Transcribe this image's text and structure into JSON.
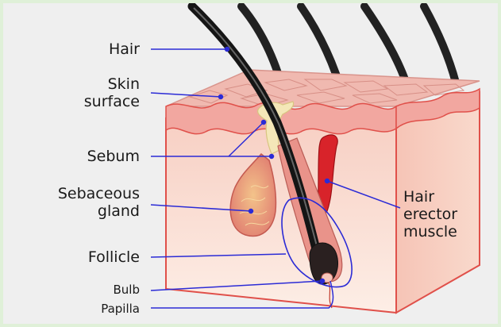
{
  "labels": {
    "hair": "Hair",
    "skin_surface_1": "Skin",
    "skin_surface_2": "surface",
    "sebum": "Sebum",
    "sebaceous_1": "Sebaceous",
    "sebaceous_2": "gland",
    "follicle": "Follicle",
    "bulb": "Bulb",
    "papilla": "Papilla",
    "erector_1": "Hair",
    "erector_2": "erector",
    "erector_3": "muscle"
  },
  "colors": {
    "background": "#efefef",
    "border": "#dff0d8",
    "skin_surface": "#f2b6ae",
    "dermis": "#fbe3d9",
    "block_outline": "#e0504a",
    "hair": "#1b1b1b",
    "muscle": "#d8232a",
    "sebum": "#f4e7b8",
    "gland": "#e8998c",
    "leader": "#2b2bd6"
  }
}
